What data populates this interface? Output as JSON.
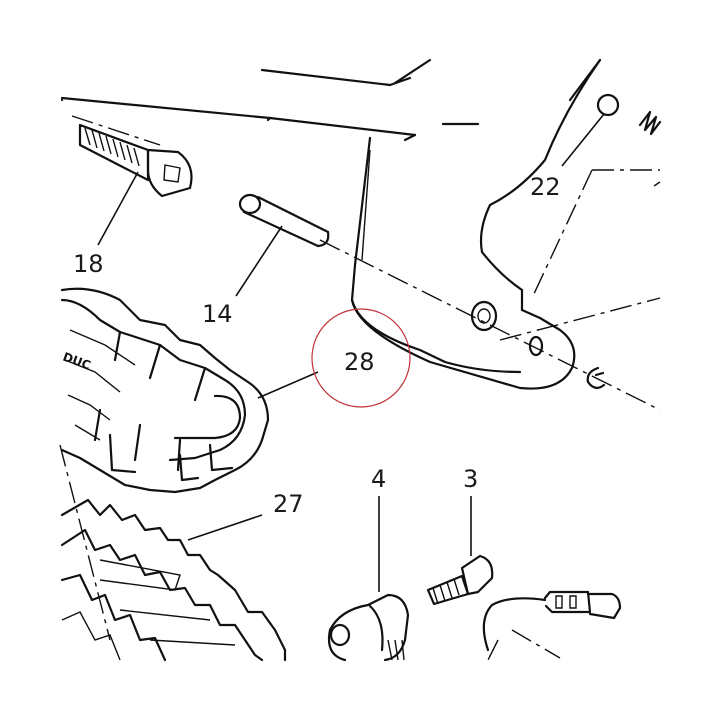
{
  "labels": {
    "part_18": "18",
    "part_14": "14",
    "part_22": "22",
    "part_28": "28",
    "part_27": "27",
    "part_4": "4",
    "part_3": "3"
  },
  "highlight": {
    "target": "28",
    "color": "#c0303a"
  },
  "icons": {
    "frame": "frame-bracket-icon",
    "bolt": "bolt-icon",
    "pin": "pin-icon",
    "ball": "ball-icon",
    "spring": "spring-icon",
    "footpeg": "footpeg-icon",
    "rubber": "footpeg-rubber-icon",
    "cam": "cam-icon",
    "screw": "screw-icon",
    "connector": "connector-icon",
    "clip": "clip-icon"
  }
}
